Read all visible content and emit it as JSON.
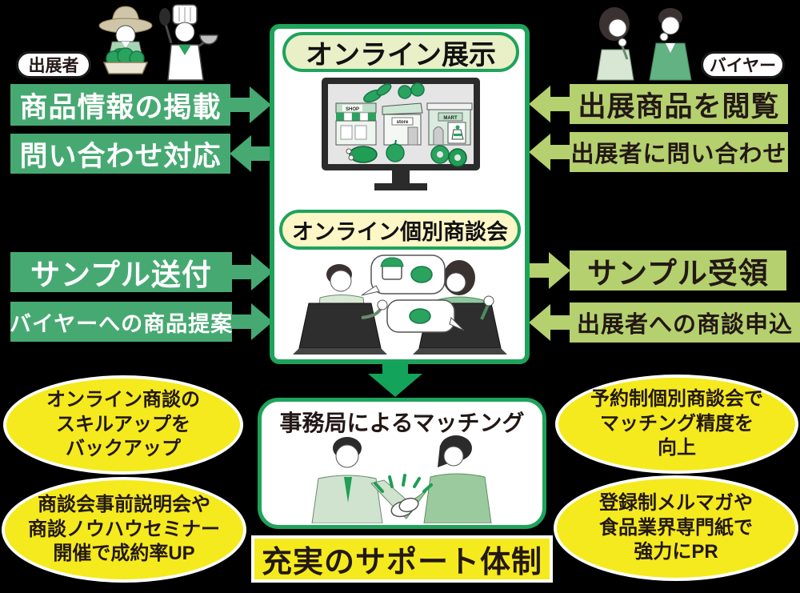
{
  "colors": {
    "background": "#000000",
    "green": "#47a972",
    "lime": "#b5d06e",
    "green-border": "#1ea35b",
    "arrow-green": "#14a35a",
    "pill-exhibition-bg": "#e9efc6",
    "pill-meeting-bg": "#fdf6c6",
    "yellow": "#f5ea1e",
    "text-dark": "#231815"
  },
  "exhibitor": {
    "label": "出展者",
    "actions": [
      {
        "text": "商品情報の掲載",
        "arrow": "right"
      },
      {
        "text": "問い合わせ対応",
        "arrow": "left"
      },
      {
        "text": "サンプル送付",
        "arrow": "right"
      },
      {
        "text": "バイヤーへの商品提案",
        "arrow": "right"
      }
    ]
  },
  "buyer": {
    "label": "バイヤー",
    "actions": [
      {
        "text": "出展商品を閲覧",
        "arrow": "left"
      },
      {
        "text": "出展者に問い合わせ",
        "arrow": "left"
      },
      {
        "text": "サンプル受領",
        "arrow": "right"
      },
      {
        "text": "出展者への商談申込",
        "arrow": "left"
      }
    ]
  },
  "center": {
    "exhibition_title": "オンライン展示",
    "meeting_title": "オンライン個別商談会",
    "monitor_signs": {
      "left": "SHOP",
      "middle": "store",
      "right": "MART"
    }
  },
  "matching": {
    "title": "事務局によるマッチング"
  },
  "support": {
    "banner": "充実のサポート体制",
    "points": [
      {
        "lines": [
          "オンライン商談の",
          "スキルアップを",
          "バックアップ"
        ]
      },
      {
        "lines": [
          "商談会事前説明会や",
          "商談ノウハウセミナー",
          "開催で成約率UP"
        ]
      },
      {
        "lines": [
          "予約制個別商談会で",
          "マッチング精度を",
          "向上"
        ]
      },
      {
        "lines": [
          "登録制メルマガや",
          "食品業界専門紙で",
          "強力にPR"
        ]
      }
    ]
  }
}
